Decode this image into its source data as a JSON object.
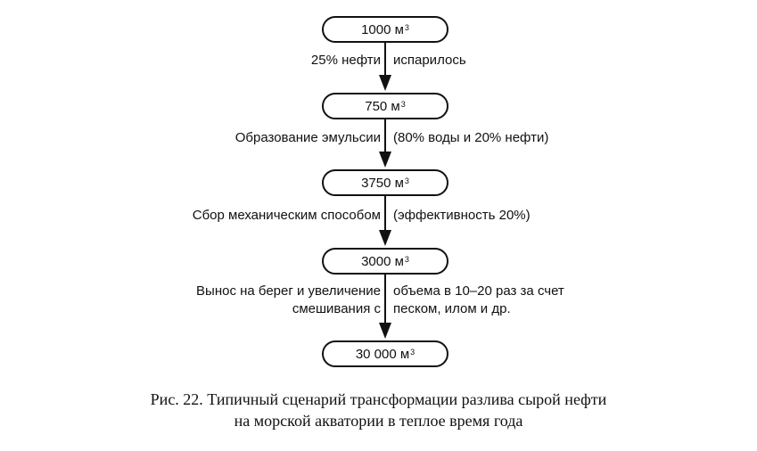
{
  "nodes": [
    {
      "value": "1000 м",
      "sup": "3"
    },
    {
      "value": "750 м",
      "sup": "3"
    },
    {
      "value": "3750 м",
      "sup": "3"
    },
    {
      "value": "3000 м",
      "sup": "3"
    },
    {
      "value": "30 000 м",
      "sup": "3"
    }
  ],
  "edges": [
    {
      "left": "25% нефти",
      "right": "испарилось"
    },
    {
      "left": "Образование эмульсии",
      "right": "(80% воды и 20% нефти)"
    },
    {
      "left": "Сбор механическим способом",
      "right": "(эффективность 20%)"
    },
    {
      "left": [
        "Вынос на берег и увеличение",
        "смешивания с"
      ],
      "right": [
        "объема в 10–20 раз за счет",
        "песком, илом и др."
      ]
    }
  ],
  "caption": {
    "line1": "Рис. 22. Типичный сценарий трансформации разлива сырой нефти",
    "line2": "на морской акватории в теплое время года"
  }
}
